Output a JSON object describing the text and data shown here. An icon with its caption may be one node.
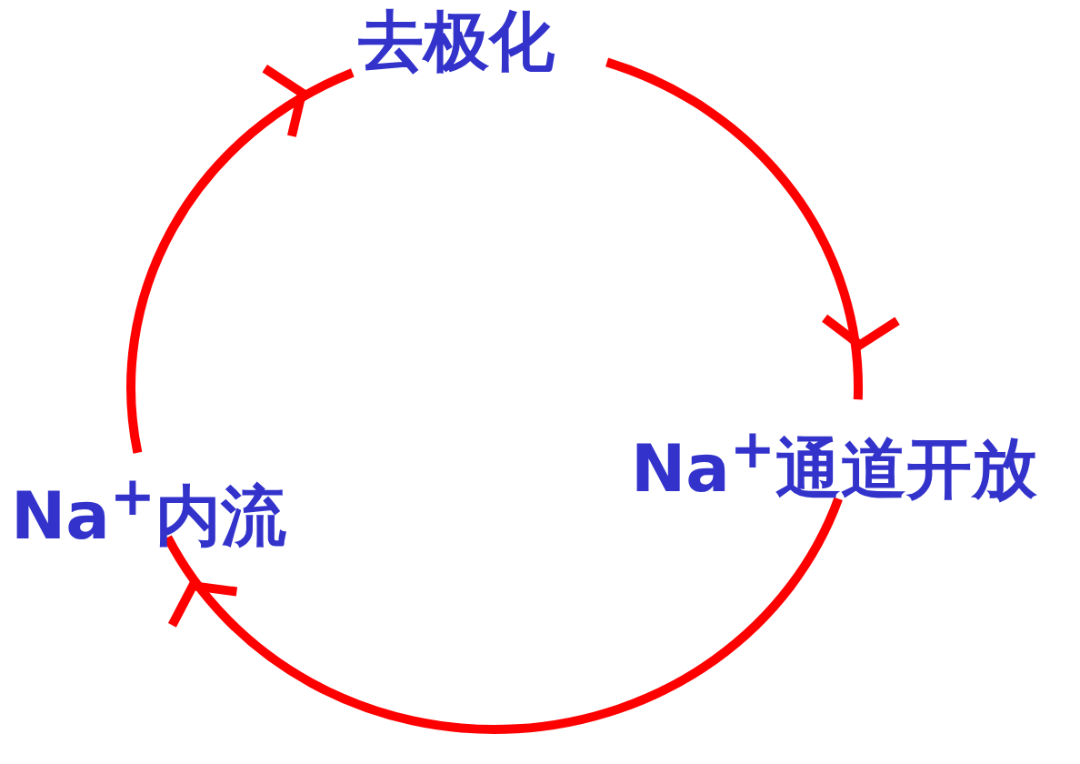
{
  "diagram": {
    "nodes": [
      {
        "text": [
          "去极化"
        ]
      },
      {
        "text": [
          "Na$^{+}$通道开放"
        ]
      },
      {
        "text": [
          "Na$^{+}$内流"
        ]
      }
    ],
    "edges": [
      {
        "from": 0,
        "to": 1,
        "arrow": "to"
      },
      {
        "from": 1,
        "to": 2,
        "arrow": "to"
      },
      {
        "from": 2,
        "to": 0,
        "arrow": "to"
      }
    ]
  }
}
